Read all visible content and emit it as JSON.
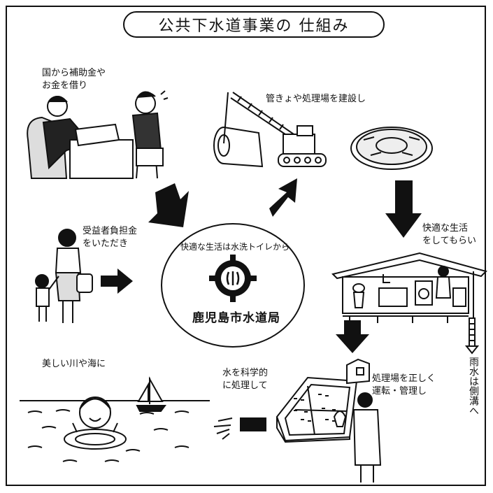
{
  "title": "公共下水道事業の 仕組み",
  "captions": {
    "loan": "国から補助金や\nお金を借り",
    "build": "管きょや処理場を建設し",
    "comfortable_life": "快適な生活\nをしてもらい",
    "beneficiary": "受益者負担金\nをいただき",
    "center_slogan": "快適な生活は水洗トイレから",
    "bureau": "鹿児島市水道局",
    "clean_water": "美しい川や海に",
    "science": "水を科学的\nに処理して",
    "operate": "処理場を正しく\n運転・管理し",
    "rain": "雨水は側溝へ"
  }
}
